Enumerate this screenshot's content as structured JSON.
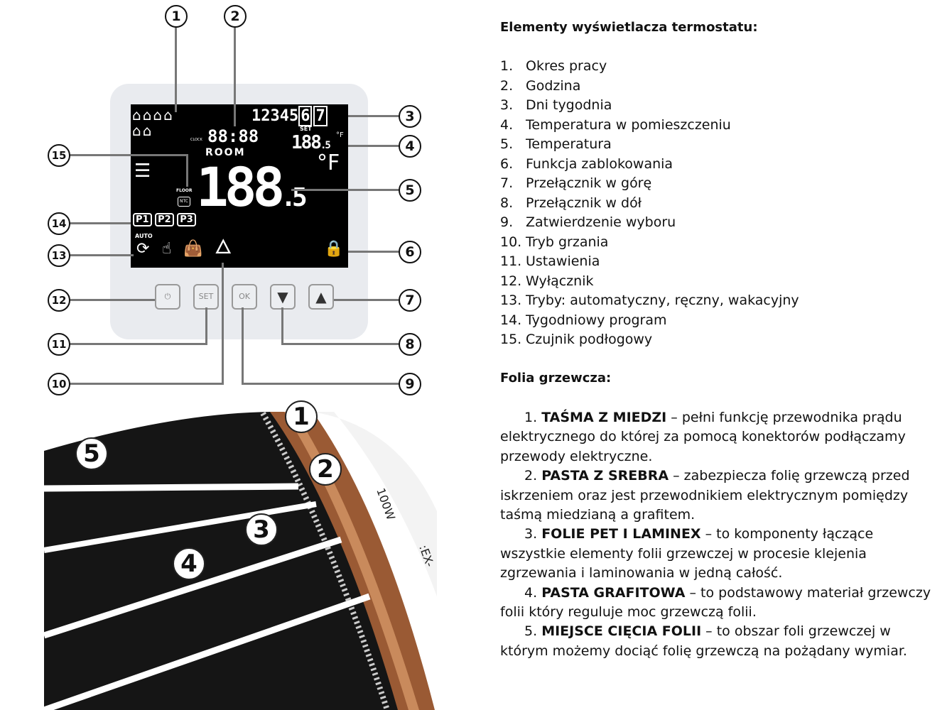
{
  "thermostat": {
    "days": "12345",
    "day6": "6",
    "day7": "7",
    "clock": "88:88",
    "clock_label": "CLOCK",
    "set_label": "SET",
    "set_temp": "188",
    "set_decimal": ".5",
    "set_unit": "°F",
    "room_label": "ROOM",
    "room_temp": "188",
    "room_decimal": ".5",
    "room_unit": "°F",
    "floor_label": "FLOOR",
    "ntc_label": "NTC",
    "programs": [
      "P1",
      "P2",
      "P3"
    ],
    "auto_label": "AUTO",
    "buttons": {
      "power": "⏻",
      "set": "SET",
      "ok": "OK",
      "down": "▼",
      "up": "▲"
    }
  },
  "callouts": [
    "1",
    "2",
    "3",
    "4",
    "5",
    "6",
    "7",
    "8",
    "9",
    "10",
    "11",
    "12",
    "13",
    "14",
    "15"
  ],
  "right": {
    "title": "Elementy wyświetlacza termostatu:",
    "items": [
      {
        "n": "1.",
        "t": "Okres pracy"
      },
      {
        "n": "2.",
        "t": "Godzina"
      },
      {
        "n": "3.",
        "t": "Dni tygodnia"
      },
      {
        "n": "4.",
        "t": "Temperatura w pomieszczeniu"
      },
      {
        "n": "5.",
        "t": "Temperatura"
      },
      {
        "n": "6.",
        "t": "Funkcja zablokowania"
      },
      {
        "n": "7.",
        "t": "Przełącznik w górę"
      },
      {
        "n": "8.",
        "t": "Przełącznik w dół"
      },
      {
        "n": "9.",
        "t": "Zatwierdzenie wyboru"
      },
      {
        "n": "10.",
        "t": "Tryb grzania"
      },
      {
        "n": "11.",
        "t": "Ustawienia"
      },
      {
        "n": "12.",
        "t": "Wyłącznik"
      },
      {
        "n": "13.",
        "t": "Tryby: automatyczny, ręczny, wakacyjny"
      },
      {
        "n": "14.",
        "t": "Tygodniowy program"
      },
      {
        "n": "15.",
        "t": "Czujnik podłogowy"
      }
    ],
    "film_title": "Folia grzewcza:",
    "film_items": [
      {
        "n": "1.",
        "b": "TAŚMA Z MIEDZI",
        "t": " – pełni funkcję przewodnika prądu elektrycznego do której za pomocą konektorów podłączamy przewody elektryczne."
      },
      {
        "n": "2.",
        "b": "PASTA Z SREBRA",
        "t": " – zabezpiecza folię grzewczą przed iskrzeniem oraz jest przewodnikiem elektrycznym pomiędzy taśmą miedzianą a grafitem."
      },
      {
        "n": "3.",
        "b": "FOLIE PET I LAMINEX",
        "t": " – to komponenty łączące wszystkie elementy folii grzewczej w procesie klejenia zgrzewania i laminowania w jedną całość."
      },
      {
        "n": "4.",
        "b": "PASTA GRAFITOWA",
        "t": " – to podstawowy materiał grzewczy folii który reguluje moc grzewczą folii."
      },
      {
        "n": "5.",
        "b": "MIEJSCE CIĘCIA FOLII",
        "t": " – to obszar foli grzewczej w którym możemy dociąć folię grzewczą na pożądany wymiar."
      }
    ]
  },
  "film": {
    "labels": [
      "1",
      "2",
      "3",
      "4",
      "5"
    ],
    "print1": "100W",
    "print2": ":EX-"
  }
}
